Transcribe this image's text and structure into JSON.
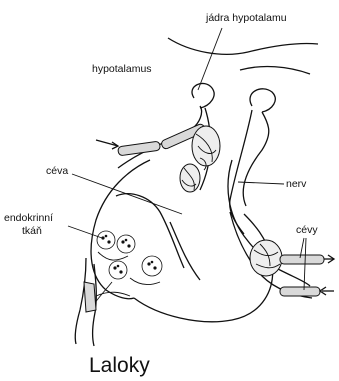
{
  "labels": {
    "nuclei": "jádra hypotalamu",
    "hypothalamus": "hypotalamus",
    "vessel": "céva",
    "nerve": "nerv",
    "endocrine_line1": "endokrinní",
    "endocrine_line2": "tkáň",
    "vessels": "cévy"
  },
  "caption": "Laloky"
}
